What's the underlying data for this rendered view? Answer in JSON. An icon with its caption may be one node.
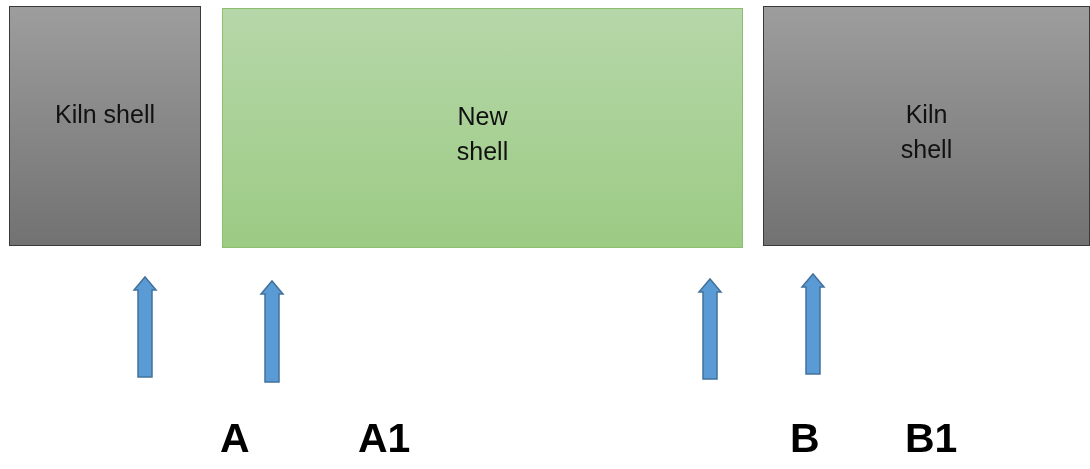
{
  "diagram": {
    "nodes": [
      {
        "text": [
          "Kiln shell"
        ]
      },
      {
        "text": [
          "New shell"
        ]
      },
      {
        "text": [
          "Kiln shell"
        ]
      }
    ],
    "labels": [
      "A",
      "A1",
      "B",
      "B1"
    ]
  }
}
